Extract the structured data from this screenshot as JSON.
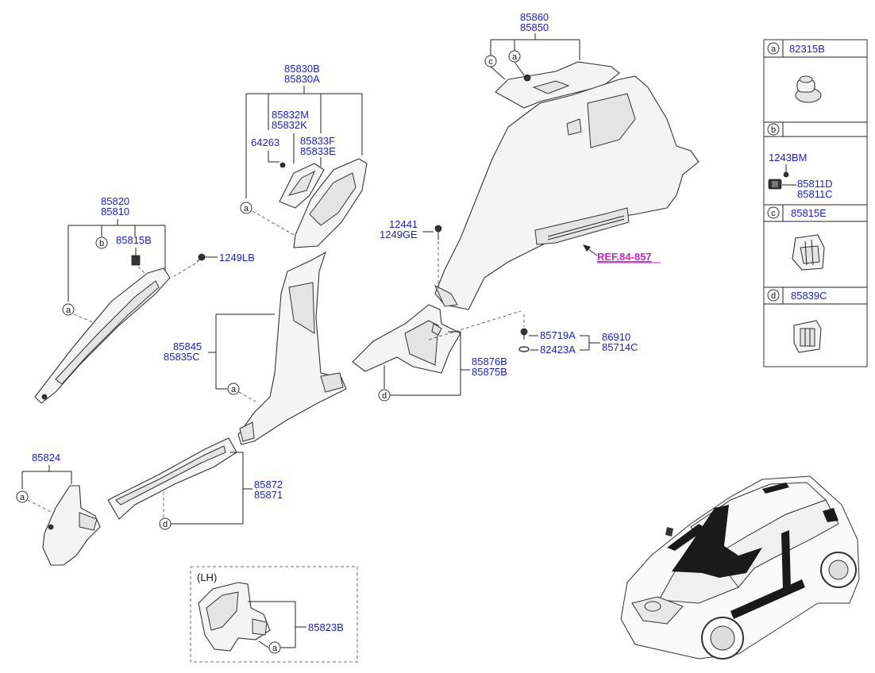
{
  "labels": {
    "p85860": "85860",
    "p85850": "85850",
    "p85830B": "85830B",
    "p85830A": "85830A",
    "p85832M": "85832M",
    "p85832K": "85832K",
    "p85833F": "85833F",
    "p85833E": "85833E",
    "p64263": "64263",
    "p85820": "85820",
    "p85810": "85810",
    "p85815B": "85815B",
    "p1249LB": "1249LB",
    "p12441": "12441",
    "p1249GE": "1249GE",
    "ref": "REF.84-857",
    "p85845": "85845",
    "p85835C": "85835C",
    "p85719A": "85719A",
    "p82423A": "82423A",
    "p86910": "86910",
    "p85714C": "85714C",
    "p85876B": "85876B",
    "p85875B": "85875B",
    "p85824": "85824",
    "p85872": "85872",
    "p85871": "85871",
    "lh": "(LH)",
    "p85823B": "85823B"
  },
  "legend": {
    "row_a_letter": "a",
    "row_a_part": "82315B",
    "row_b_letter": "b",
    "row_b_part1": "1243BM",
    "row_b_part2": "85811D",
    "row_b_part3": "85811C",
    "row_c_letter": "c",
    "row_c_part": "85815E",
    "row_d_letter": "d",
    "row_d_part": "85839C"
  },
  "callouts": {
    "a": "a",
    "b": "b",
    "c": "c",
    "d": "d"
  },
  "colors": {
    "label": "#1a1ae6",
    "reference": "#cc22cc",
    "line": "#222222"
  }
}
